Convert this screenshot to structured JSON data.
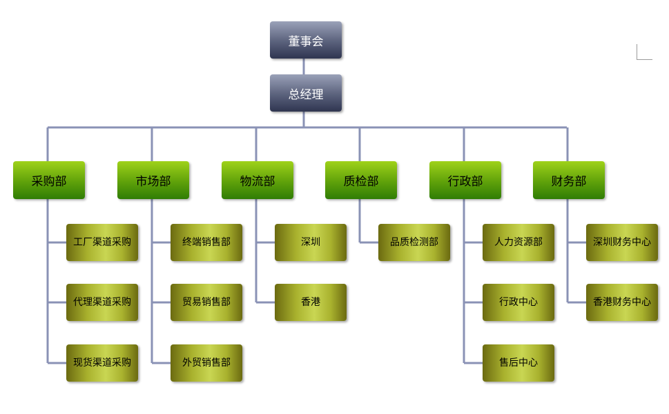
{
  "top": [
    "董事会",
    "总经理"
  ],
  "departments": [
    {
      "name": "采购部",
      "subs": [
        "工厂渠道采购",
        "代理渠道采购",
        "现货渠道采购"
      ]
    },
    {
      "name": "市场部",
      "subs": [
        "终端销售部",
        "贸易销售部",
        "外贸销售部"
      ]
    },
    {
      "name": "物流部",
      "subs": [
        "深圳",
        "香港"
      ]
    },
    {
      "name": "质检部",
      "subs": [
        "品质检测部"
      ]
    },
    {
      "name": "行政部",
      "subs": [
        "人力资源部",
        "行政中心",
        "售后中心"
      ]
    },
    {
      "name": "财务部",
      "subs": [
        "深圳财务中心",
        "香港财务中心"
      ]
    }
  ]
}
